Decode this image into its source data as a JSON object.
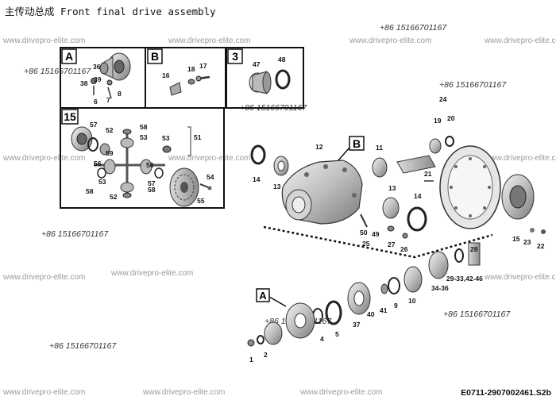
{
  "title": "主传动总成 Front final drive assembly",
  "watermark_text": "www.drivepro-elite.com",
  "phone_text": "+86 15166701167",
  "drawing_code": "E0711-2907002461.S2b",
  "boxes": {
    "A": {
      "label": "A",
      "parts": [
        "36",
        "39",
        "38",
        "6",
        "7",
        "8"
      ]
    },
    "B": {
      "label": "B",
      "parts": [
        "16",
        "18",
        "17"
      ]
    },
    "3": {
      "label": "3",
      "parts": [
        "47",
        "48"
      ]
    },
    "15": {
      "label": "15",
      "parts": [
        "57",
        "52",
        "58",
        "53",
        "59",
        "56",
        "53",
        "58",
        "52",
        "57",
        "51",
        "53",
        "56",
        "54",
        "58",
        "55"
      ]
    }
  },
  "callouts": {
    "main_a": "A",
    "main_b": "B"
  },
  "part_labels": [
    "24",
    "19",
    "20",
    "12",
    "11",
    "13",
    "14",
    "21",
    "15",
    "23",
    "22",
    "26",
    "27",
    "49",
    "50",
    "25",
    "28",
    "29-33,42-46",
    "34-36",
    "10",
    "9",
    "41",
    "40",
    "37",
    "5",
    "4",
    "2",
    "1",
    "14",
    "13"
  ]
}
